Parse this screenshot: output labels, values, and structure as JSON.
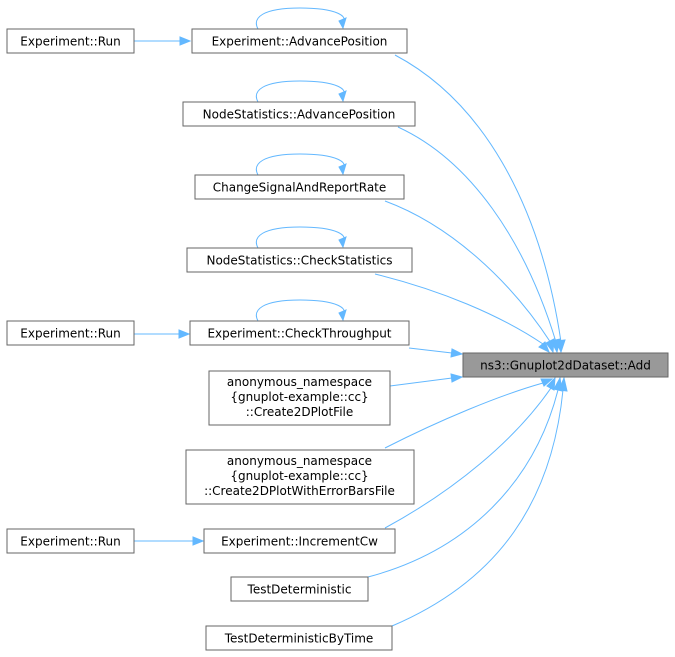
{
  "diagram": {
    "edge_color": "#63b8ff",
    "node_border_color": "#666666",
    "target_fill_color": "#999999",
    "target": {
      "label": "ns3::Gnuplot2dDataset::Add"
    },
    "nodes": {
      "advance_position": {
        "label": "Experiment::AdvancePosition"
      },
      "run_1": {
        "label": "Experiment::Run"
      },
      "nodestats_advance": {
        "label": "NodeStatistics::AdvancePosition"
      },
      "change_signal": {
        "label": "ChangeSignalAndReportRate"
      },
      "nodestats_check": {
        "label": "NodeStatistics::CheckStatistics"
      },
      "check_throughput": {
        "label": "Experiment::CheckThroughput"
      },
      "run_2": {
        "label": "Experiment::Run"
      },
      "create_2d": {
        "line1": "anonymous_namespace",
        "line2": "{gnuplot-example::cc}",
        "line3": "::Create2DPlotFile"
      },
      "create_2d_err": {
        "line1": "anonymous_namespace",
        "line2": "{gnuplot-example::cc}",
        "line3": "::Create2DPlotWithErrorBarsFile"
      },
      "increment_cw": {
        "label": "Experiment::IncrementCw"
      },
      "run_3": {
        "label": "Experiment::Run"
      },
      "test_det": {
        "label": "TestDeterministic"
      },
      "test_det_time": {
        "label": "TestDeterministicByTime"
      }
    }
  }
}
